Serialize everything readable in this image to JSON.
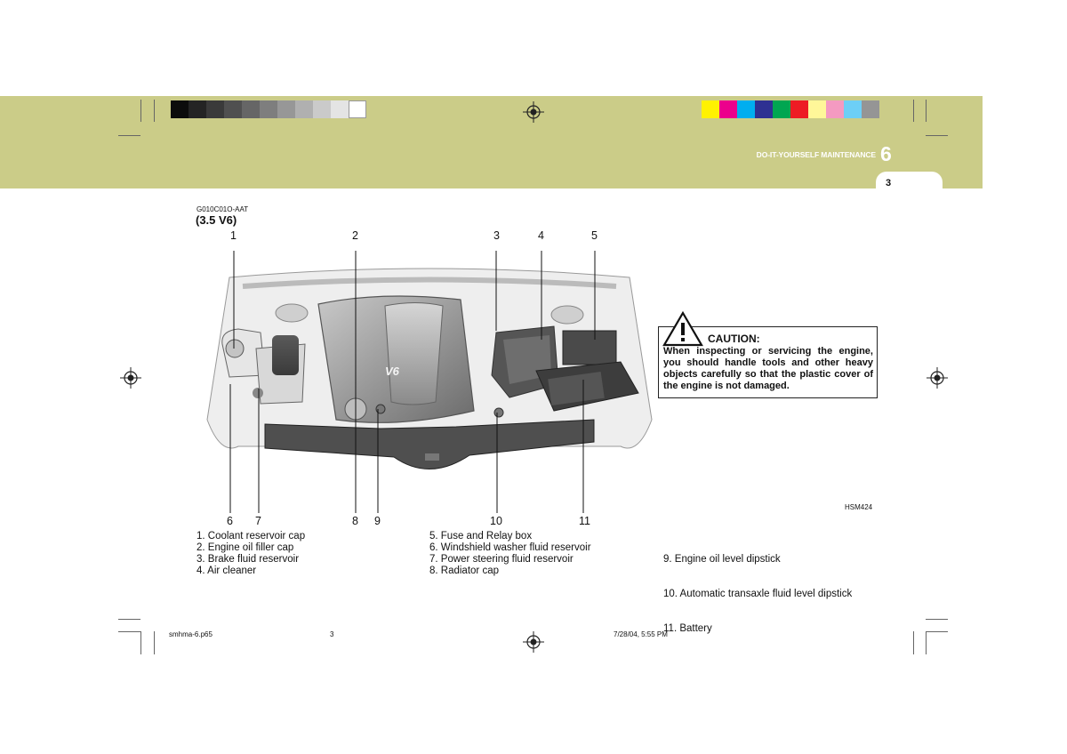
{
  "header": {
    "title": "DO-IT-YOURSELF MAINTENANCE",
    "chapter": "6",
    "page": "3"
  },
  "colors": {
    "band": "#cbcc88",
    "gray_bar": [
      "#0c0c0c",
      "#242424",
      "#3a3a3a",
      "#505050",
      "#666666",
      "#7e7e7e",
      "#979797",
      "#b0b0b0",
      "#cacaca",
      "#e4e4e4",
      "#ffffff"
    ],
    "color_bar": [
      "#fff200",
      "#ec008c",
      "#00aeef",
      "#2e3192",
      "#00a651",
      "#ed1c24",
      "#fff799",
      "#f49ac1",
      "#6dcff6",
      "#959595"
    ]
  },
  "section": {
    "code": "G010C01O-AAT",
    "subtitle": "(3.5 V6)"
  },
  "figure": {
    "top_numbers": [
      "1",
      "2",
      "3",
      "4",
      "5"
    ],
    "bottom_numbers": [
      "6",
      "7",
      "8",
      "9",
      "10",
      "11"
    ],
    "ref": "HSM424"
  },
  "caution": {
    "title": "CAUTION:",
    "body": "When inspecting or servicing the engine, you should handle tools and other heavy objects carefully so that the plastic cover of the engine is not damaged."
  },
  "legend": {
    "col1": [
      "1.  Coolant  reservoir cap",
      "2.  Engine oil filler cap",
      "3.  Brake fluid reservoir",
      "4.  Air cleaner"
    ],
    "col2": [
      "5.  Fuse and Relay box",
      "6.  Windshield washer fluid reservoir",
      "7.  Power steering fluid reservoir",
      "8.  Radiator cap"
    ],
    "col3": [
      "  9.  Engine oil level dipstick",
      "10. Automatic transaxle fluid level dipstick",
      "11. Battery"
    ]
  },
  "footer": {
    "file": "smhma-6.p65",
    "page": "3",
    "timestamp": "7/28/04, 5:55 PM"
  }
}
